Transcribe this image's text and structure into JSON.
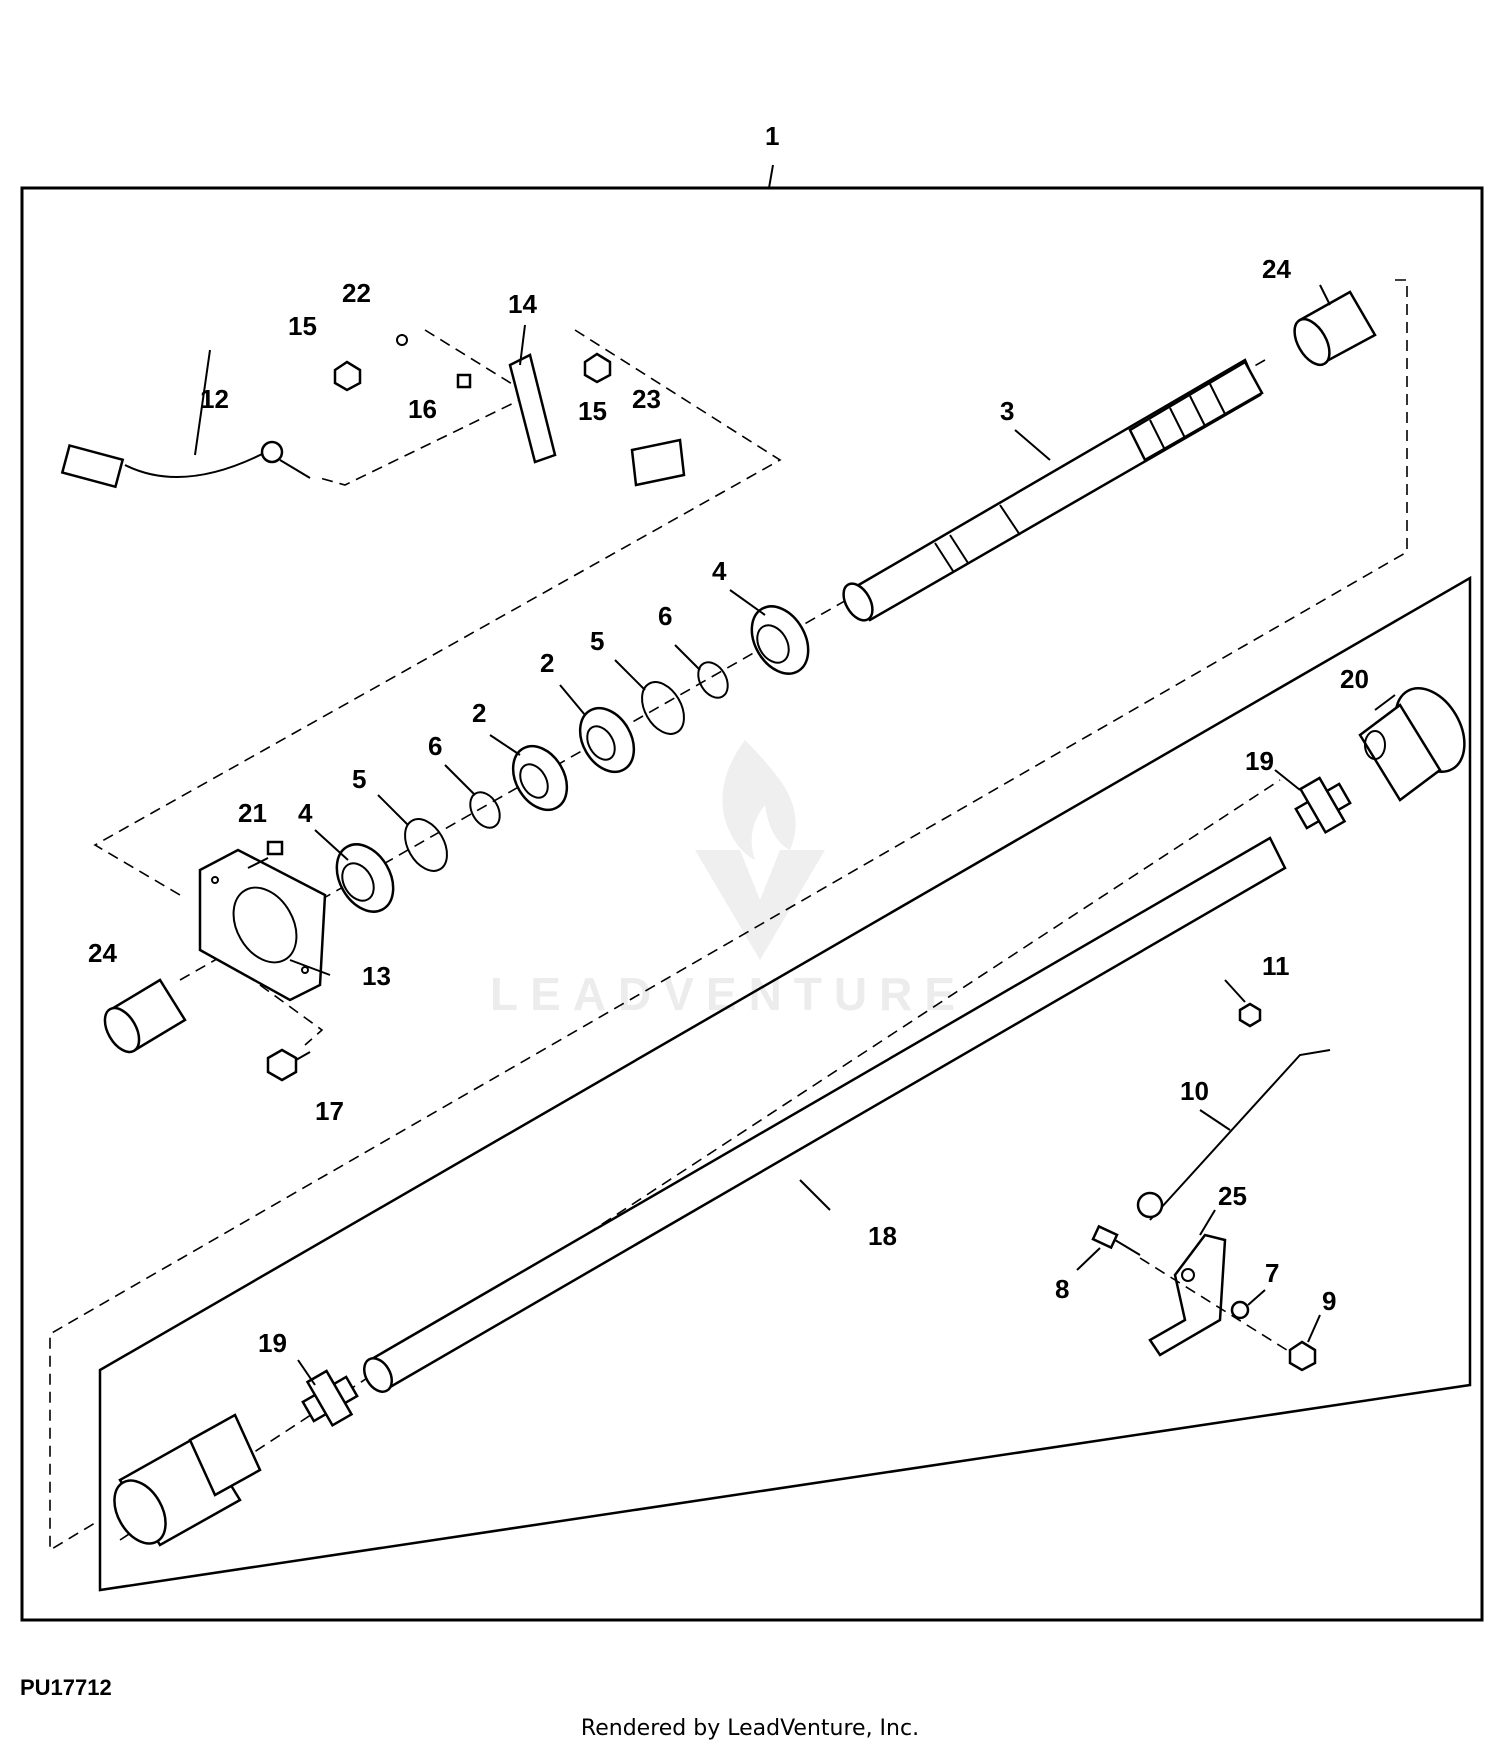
{
  "figure_id": "PU17712",
  "footer": "Rendered by LeadVenture, Inc.",
  "watermark": "LEADVENTURE",
  "callouts": {
    "c1": "1",
    "c24a": "24",
    "c22": "22",
    "c15a": "15",
    "c14": "14",
    "c15b": "15",
    "c16": "16",
    "c23": "23",
    "c12": "12",
    "c3": "3",
    "c4a": "4",
    "c6a": "6",
    "c5a": "5",
    "c2a": "2",
    "c2b": "2",
    "c20": "20",
    "c19a": "19",
    "c6b": "6",
    "c5b": "5",
    "c21": "21",
    "c4b": "4",
    "c24b": "24",
    "c13": "13",
    "c11": "11",
    "c17": "17",
    "c10": "10",
    "c18": "18",
    "c25": "25",
    "c7": "7",
    "c8": "8",
    "c9": "9",
    "c19b": "19"
  }
}
